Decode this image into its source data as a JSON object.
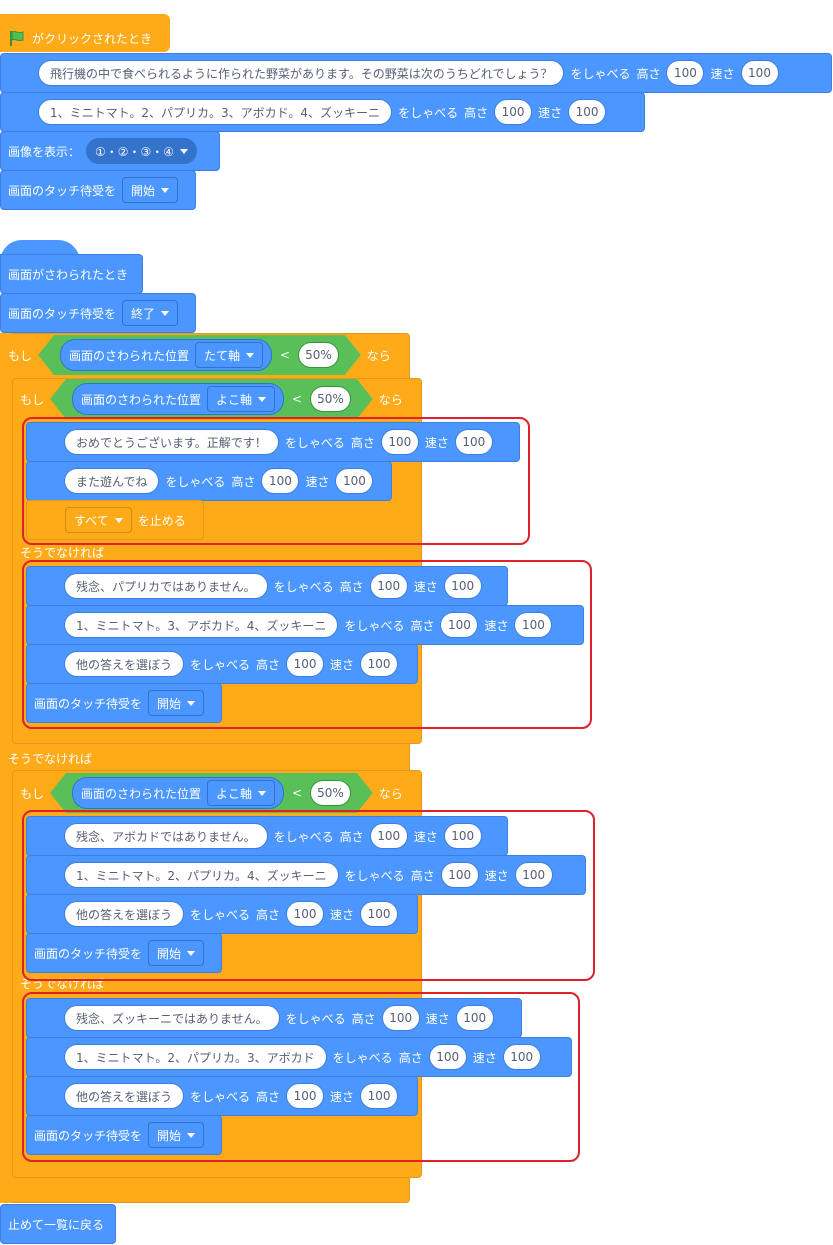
{
  "script1": {
    "hat_label": "がクリックされたとき",
    "say1": {
      "text": "飛行機の中で食べられるように作られた野菜があります。その野菜は次のうちどれでしょう？",
      "verb": "をしゃべる",
      "height_label": "高さ",
      "height": "100",
      "speed_label": "速さ",
      "speed": "100"
    },
    "say2": {
      "text": "1、ミニトマト。2、パプリカ。3、アボカド。4、ズッキーニ",
      "verb": "をしゃべる",
      "height_label": "高さ",
      "height": "100",
      "speed_label": "速さ",
      "speed": "100"
    },
    "show_image": {
      "label": "画像を表示：",
      "value": "①・②・③・④"
    },
    "touch_wait": {
      "label": "画面のタッチ待受を",
      "value": "開始"
    }
  },
  "script2": {
    "hat_label": "画面がさわられたとき",
    "touch_wait_end": {
      "label": "画面のタッチ待受を",
      "value": "終了"
    },
    "if_label": "もし",
    "then_label": "なら",
    "else_label": "そうでなければ",
    "lt": "<",
    "cond_outer": {
      "reporter": "画面のさわられた位置",
      "axis": "たて軸",
      "value": "50%"
    },
    "cond_inner": {
      "reporter": "画面のさわられた位置",
      "axis": "よこ軸",
      "value": "50%"
    },
    "stop": {
      "value": "すべて",
      "label": "を止める"
    },
    "verb": "をしゃべる",
    "height_label": "高さ",
    "speed_label": "速さ",
    "num": "100",
    "touch_label": "画面のタッチ待受を",
    "touch_start": "開始",
    "branch1": [
      "おめでとうございます。正解です！",
      "また遊んでね"
    ],
    "branch2": [
      "残念、パプリカではありません。",
      "1、ミニトマト。3、アボカド。4、ズッキーニ",
      "他の答えを選ぼう"
    ],
    "branch3": [
      "残念、アボカドではありません。",
      "1、ミニトマト。2、パプリカ。4、ズッキーニ",
      "他の答えを選ぼう"
    ],
    "branch4": [
      "残念、ズッキーニではありません。",
      "1、ミニトマト。2、パプリカ。3、アボカド",
      "他の答えを選ぼう"
    ],
    "final": "止めて一覧に戻る"
  },
  "colors": {
    "motion": "#4C97FF",
    "control": "#FFAB19",
    "operator": "#59C059",
    "highlight": "#E0202B"
  },
  "icons": {
    "green_flag": "green-flag-icon"
  }
}
